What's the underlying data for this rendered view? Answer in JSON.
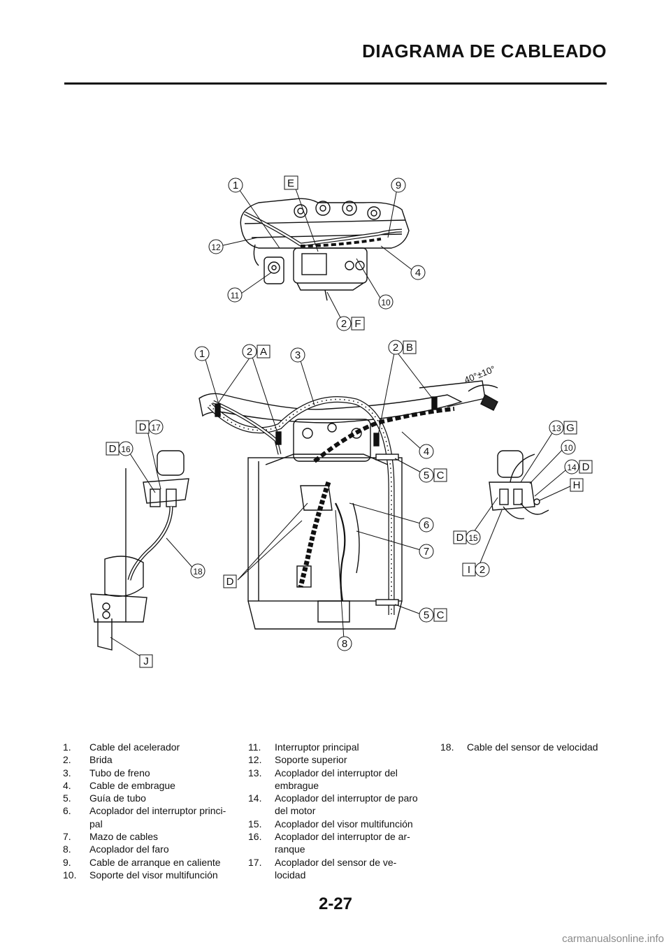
{
  "header": {
    "title": "DIAGRAMA DE CABLEADO"
  },
  "callouts": {
    "c1a": "1",
    "c1b": "1",
    "c2f": "2",
    "c2a": "2",
    "c2b": "2",
    "c2i": "2",
    "c3": "3",
    "c4a": "4",
    "c4b": "4",
    "c5a": "5",
    "c5b": "5",
    "c6": "6",
    "c7": "7",
    "c8": "8",
    "c9": "9",
    "c10a": "10",
    "c10b": "10",
    "c11": "11",
    "c12": "12",
    "c13": "13",
    "c14": "14",
    "c15": "15",
    "c16": "16",
    "c17": "17",
    "c18": "18"
  },
  "letters": {
    "E": "E",
    "F": "F",
    "A": "A",
    "B": "B",
    "C1": "C",
    "C2": "C",
    "G": "G",
    "D14": "D",
    "H": "H",
    "D15": "D",
    "I": "I",
    "D17": "D",
    "D16": "D",
    "Dmain": "D",
    "J": "J"
  },
  "angle_label": "40°±10°",
  "legend": {
    "col1": [
      {
        "num": "1.",
        "text": "Cable del acelerador"
      },
      {
        "num": "2.",
        "text": "Brida"
      },
      {
        "num": "3.",
        "text": "Tubo de freno"
      },
      {
        "num": "4.",
        "text": "Cable de embrague"
      },
      {
        "num": "5.",
        "text": "Guía de tubo"
      },
      {
        "num": "6.",
        "text": "Acoplador del interruptor princi-pal"
      },
      {
        "num": "7.",
        "text": "Mazo de cables"
      },
      {
        "num": "8.",
        "text": "Acoplador del faro"
      },
      {
        "num": "9.",
        "text": "Cable de arranque en caliente"
      },
      {
        "num": "10.",
        "text": "Soporte del visor multifunción"
      }
    ],
    "col2": [
      {
        "num": "11.",
        "text": "Interruptor principal"
      },
      {
        "num": "12.",
        "text": "Soporte superior"
      },
      {
        "num": "13.",
        "text": "Acoplador del interruptor del embrague"
      },
      {
        "num": "14.",
        "text": "Acoplador del interruptor de paro del motor"
      },
      {
        "num": "15.",
        "text": "Acoplador del visor multifunción"
      },
      {
        "num": "16.",
        "text": "Acoplador del interruptor de ar-ranque"
      },
      {
        "num": "17.",
        "text": "Acoplador del sensor de ve-locidad"
      }
    ],
    "col3": [
      {
        "num": "18.",
        "text": "Cable del sensor de velocidad"
      }
    ]
  },
  "page_number": "2-27",
  "watermark": "carmanualsonline.info"
}
